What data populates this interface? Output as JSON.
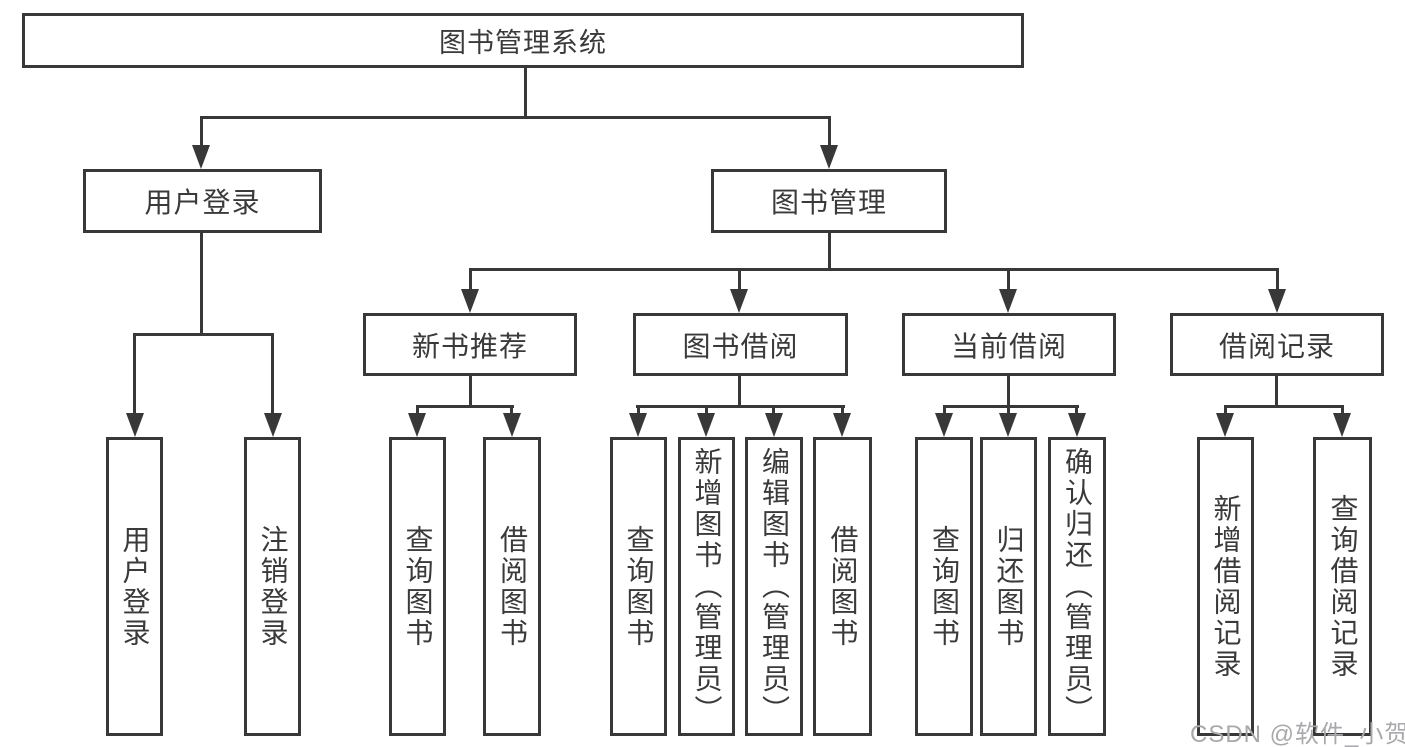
{
  "diagram": {
    "root": {
      "label": "图书管理系统"
    },
    "user_login": {
      "label": "用户登录",
      "children": [
        "用户登录",
        "注销登录"
      ]
    },
    "book_mgmt": {
      "label": "图书管理",
      "sections": {
        "new_book_rec": {
          "label": "新书推荐",
          "children": [
            "查询图书",
            "借阅图书"
          ]
        },
        "book_borrow": {
          "label": "图书借阅",
          "children": [
            "查询图书",
            "新增图书（管理员）",
            "编辑图书（管理员）",
            "借阅图书"
          ]
        },
        "current_borrow": {
          "label": "当前借阅",
          "children": [
            "查询图书",
            "归还图书",
            "确认归还（管理员）"
          ]
        },
        "borrow_record": {
          "label": "借阅记录",
          "children": [
            "新增借阅记录",
            "查询借阅记录"
          ]
        }
      }
    }
  },
  "watermark": "CSDN @软件_小贺同学",
  "colors": {
    "line": "#383838",
    "text": "#3a3a3a",
    "watermark": "#a9a9ad",
    "background": "#ffffff"
  }
}
